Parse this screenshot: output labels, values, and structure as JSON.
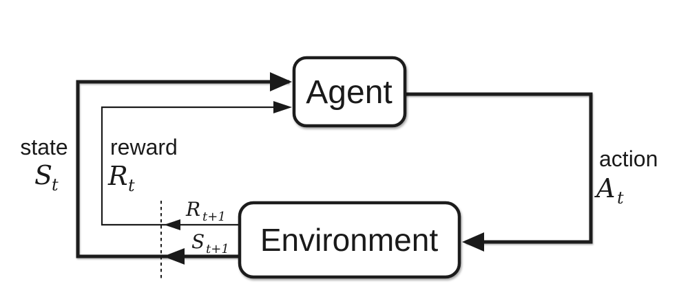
{
  "colors": {
    "ink": "#1a1a1a",
    "background": "#ffffff"
  },
  "boxes": {
    "agent": "Agent",
    "environment": "Environment"
  },
  "labels": {
    "state_word": "state",
    "state_symbol": "S",
    "state_subscript": "t",
    "reward_word": "reward",
    "reward_symbol": "R",
    "reward_subscript": "t",
    "action_word": "action",
    "action_symbol": "A",
    "action_subscript": "t",
    "next_reward_symbol": "R",
    "next_reward_subscript": "t+1",
    "next_state_symbol": "S",
    "next_state_subscript": "t+1"
  }
}
